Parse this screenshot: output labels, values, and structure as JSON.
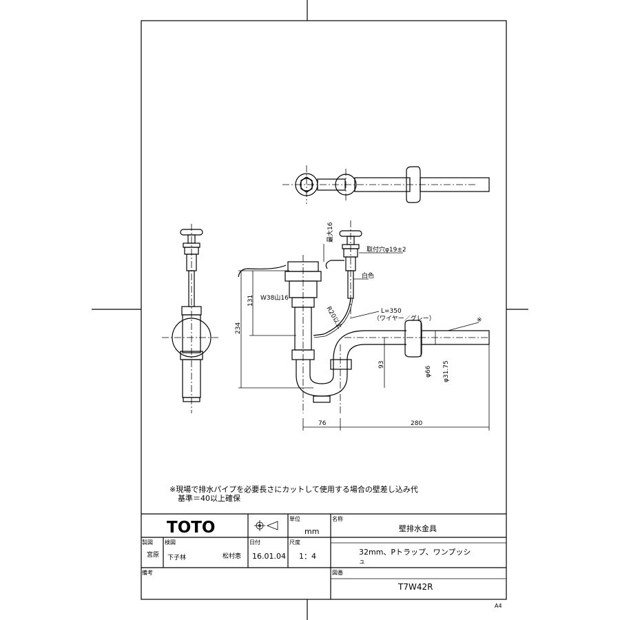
{
  "note": {
    "line1": "※現場で排水パイプを必要長さにカットして使用する場合の壁差し込み代",
    "line2": "基準＝40以上確保"
  },
  "dimensions": {
    "max16": "最大16",
    "hole": "取付穴φ19±2",
    "white": "白色",
    "d131": "131",
    "d234": "234",
    "w38": "W38山16",
    "r20": "R20以上",
    "wire_len": "L=350",
    "wire_desc": "（ワイヤー／グレー）",
    "asterisk": "※",
    "d93": "93",
    "phi66": "φ66",
    "phi31": "φ31.75",
    "d76": "76",
    "d280": "280"
  },
  "title_block": {
    "brand": "TOTO",
    "unit_label": "単位",
    "unit_value": "mm",
    "name_label": "名称",
    "name_value": "壁排水金具",
    "made_label": "製図",
    "made_value": "宮原",
    "check_label": "検図",
    "check_value1": "下子林",
    "check_value2": "松村恵",
    "date_label": "日付",
    "date_value": "16.01.04",
    "scale_label": "尺度",
    "scale_value": "1：4",
    "desc_line1": "32mm、Pトラップ、ワンプッシ",
    "desc_line2": "ュ",
    "remarks_label": "備考",
    "drawing_no_label": "図番",
    "drawing_no_value": "T7W42R",
    "paper_size": "A4"
  }
}
